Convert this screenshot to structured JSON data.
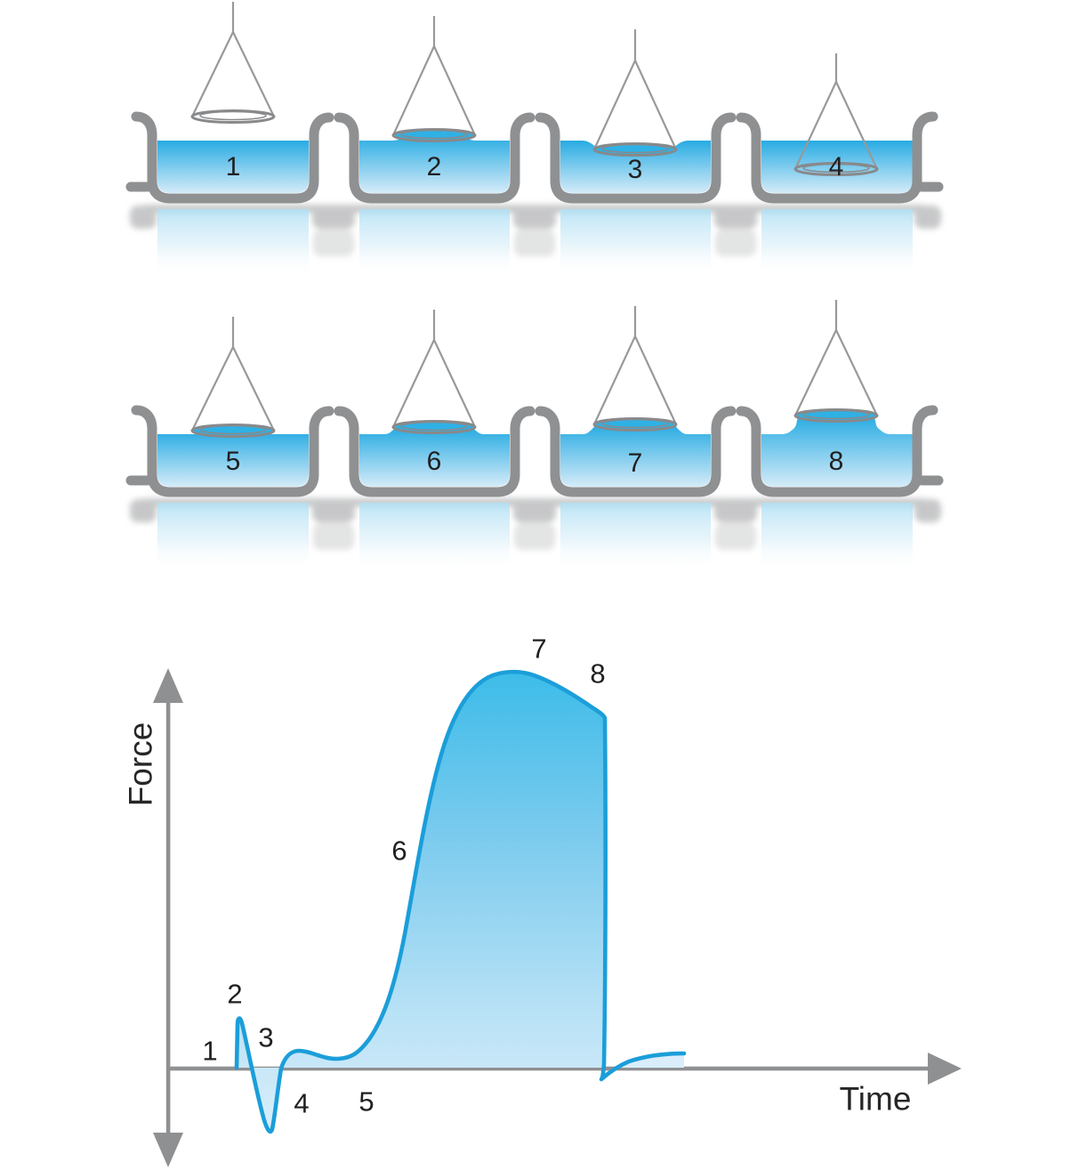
{
  "figure": {
    "description": "du Nouy ring tensiometer sequence: ring lowered into and pulled out of a liquid, with force-time curve"
  },
  "panels": {
    "items": [
      {
        "label": "1",
        "state": "ring above liquid surface"
      },
      {
        "label": "2",
        "state": "ring touching surface"
      },
      {
        "label": "3",
        "state": "ring pressed slightly below surface"
      },
      {
        "label": "4",
        "state": "ring fully submerged"
      },
      {
        "label": "5",
        "state": "ring back at surface during pull-up"
      },
      {
        "label": "6",
        "state": "ring lifting meniscus above surface"
      },
      {
        "label": "7",
        "state": "ring pulling liquid lamella"
      },
      {
        "label": "8",
        "state": "lamella stretched just before break"
      }
    ]
  },
  "chart": {
    "y_axis_label": "Force",
    "x_axis_label": "Time",
    "stages": {
      "items": [
        {
          "label": "1"
        },
        {
          "label": "2"
        },
        {
          "label": "3"
        },
        {
          "label": "4"
        },
        {
          "label": "5"
        },
        {
          "label": "6"
        },
        {
          "label": "7"
        },
        {
          "label": "8"
        }
      ]
    }
  },
  "chart_data": {
    "type": "line",
    "xlabel": "Time",
    "ylabel": "Force",
    "axis_ticks_shown": false,
    "x_range_arbitrary_units": [
      0,
      100
    ],
    "y_range_arbitrary_units": [
      -20,
      105
    ],
    "curve_points": [
      [
        0,
        0
      ],
      [
        8.8,
        0
      ],
      [
        9.0,
        13
      ],
      [
        9.3,
        10
      ],
      [
        11,
        -10
      ],
      [
        13.3,
        -17.5
      ],
      [
        14.9,
        0
      ],
      [
        17.2,
        4.5
      ],
      [
        20,
        3.3
      ],
      [
        22.3,
        2.5
      ],
      [
        25,
        4
      ],
      [
        27,
        9
      ],
      [
        30.8,
        34
      ],
      [
        34.3,
        55
      ],
      [
        37,
        73
      ],
      [
        40,
        88
      ],
      [
        43,
        96
      ],
      [
        46.9,
        100
      ],
      [
        50,
        98
      ],
      [
        54,
        93
      ],
      [
        57.4,
        89
      ],
      [
        57.5,
        -3
      ],
      [
        59.4,
        0
      ],
      [
        62,
        2.5
      ],
      [
        65,
        3.5
      ],
      [
        68,
        3.8
      ]
    ],
    "stage_markers": [
      {
        "label": "1",
        "t": 5.5,
        "f": 0
      },
      {
        "label": "2",
        "t": 9.0,
        "f": 13
      },
      {
        "label": "3",
        "t": 12.0,
        "f": 5
      },
      {
        "label": "4",
        "t": 13.5,
        "f": -17.5
      },
      {
        "label": "5",
        "t": 26.0,
        "f": 2
      },
      {
        "label": "6",
        "t": 30.8,
        "f": 55
      },
      {
        "label": "7",
        "t": 46.9,
        "f": 100
      },
      {
        "label": "8",
        "t": 57.0,
        "f": 89
      }
    ],
    "legend": "none",
    "grid": false,
    "fill_under_curve": true
  },
  "colors": {
    "liquid_top": "#29abe2",
    "liquid_bottom": "#d7ecf9",
    "curve_stroke": "#1b9ed9",
    "curve_fill_top": "#3dbce9",
    "curve_fill_bottom": "#ddeffa",
    "structure_gray": "#8f9092",
    "text": "#1f1f20"
  }
}
